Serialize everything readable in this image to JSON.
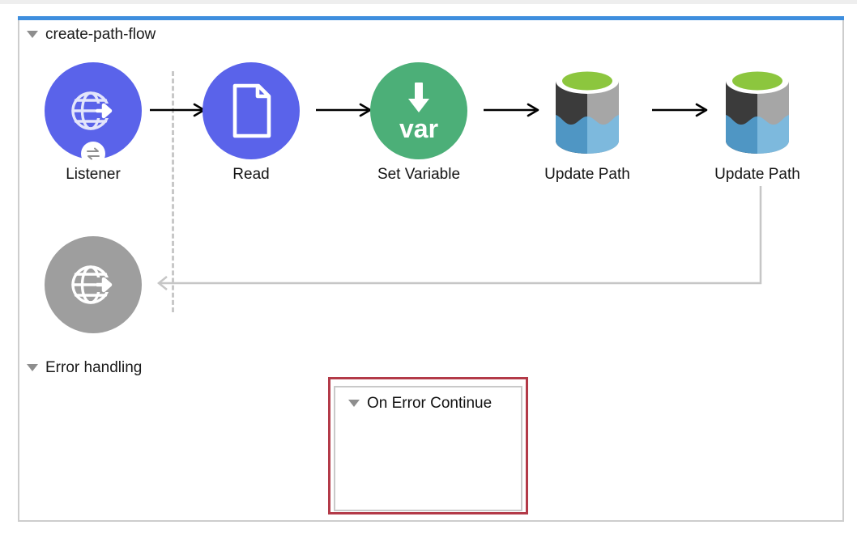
{
  "window": {
    "accent_color": "#3e8ede",
    "background": "#ffffff"
  },
  "flow_section": {
    "title": "create-path-flow",
    "expanded": true,
    "disclosure_icon": "triangle-down-icon",
    "nodes": [
      {
        "id": "listener",
        "label": "Listener",
        "icon": "globe-arrow-icon",
        "badge_icon": "exchange-arrows-icon",
        "color": "#5a63ea",
        "shape": "circle"
      },
      {
        "id": "read",
        "label": "Read",
        "icon": "document-icon",
        "color": "#5a63ea",
        "shape": "circle"
      },
      {
        "id": "set-variable",
        "label": "Set Variable",
        "icon": "var-down-arrow-icon",
        "icon_text": "var",
        "color": "#4caf78",
        "shape": "circle"
      },
      {
        "id": "update-path-1",
        "label": "Update Path",
        "icon": "data-lake-storage-icon",
        "color": "#8cc63e",
        "shape": "cylinder"
      },
      {
        "id": "update-path-2",
        "label": "Update Path",
        "icon": "data-lake-storage-icon",
        "color": "#8cc63e",
        "shape": "cylinder"
      }
    ],
    "return_node": {
      "id": "listener-response",
      "label": "",
      "icon": "globe-arrow-icon",
      "color": "#9e9e9e",
      "shape": "circle"
    },
    "connector_icon": "arrow-right-icon",
    "return_connector_icon": "arrow-left-icon"
  },
  "error_section": {
    "title": "Error handling",
    "expanded": true,
    "disclosure_icon": "triangle-down-icon",
    "scope": {
      "title": "On Error Continue",
      "expanded": true,
      "disclosure_icon": "triangle-down-icon",
      "selected": true,
      "selection_color": "#b33a48"
    }
  }
}
